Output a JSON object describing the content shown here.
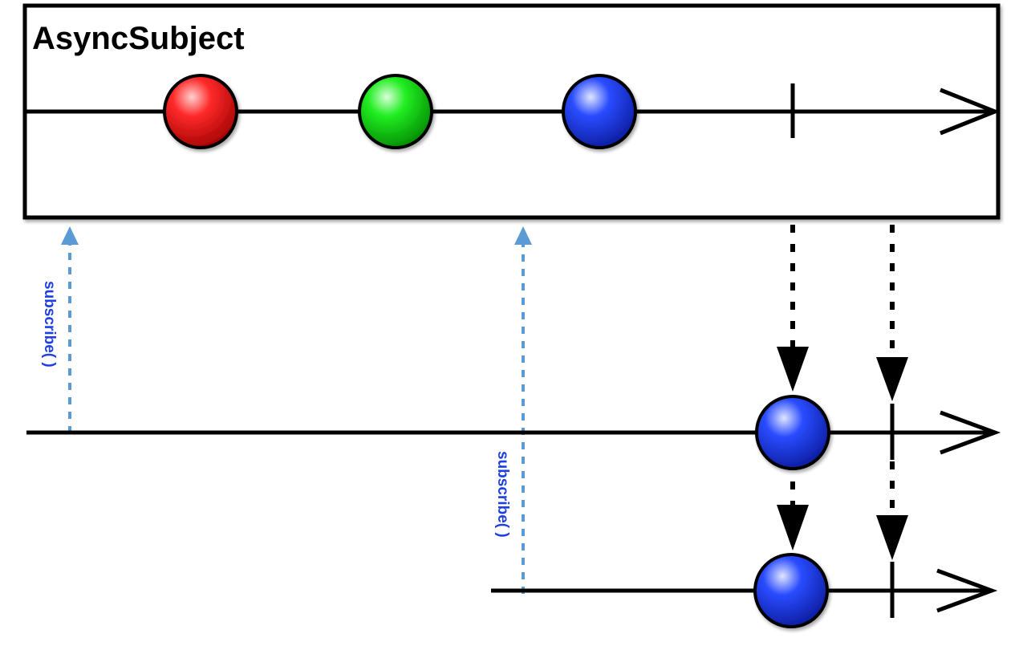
{
  "title": "AsyncSubject",
  "subscribe_label": "subscribe( )",
  "colors": {
    "line": "#000000",
    "subscribe": "#5b9bd5",
    "subscribe_text": "#1f3fe0",
    "red": "#e00000",
    "green": "#00c000",
    "blue": "#1030e0"
  },
  "subject_items": [
    "red",
    "green",
    "blue"
  ],
  "subscriber_items": [
    "blue",
    "blue"
  ]
}
